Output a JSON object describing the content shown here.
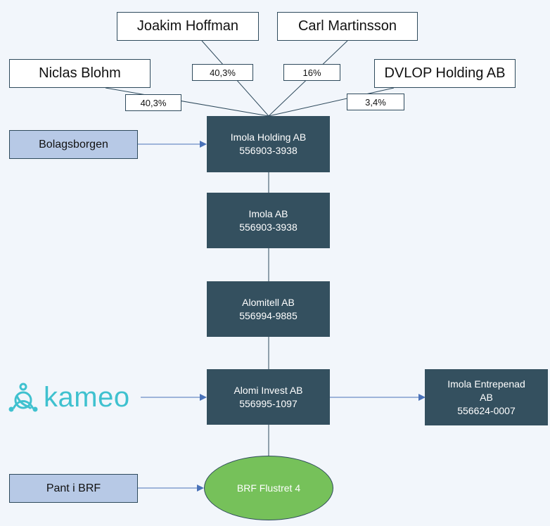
{
  "owners": {
    "niclas": "Niclas Blohm",
    "joakim": "Joakim Hoffman",
    "carl": "Carl Martinsson",
    "dvlop": "DVLOP Holding AB"
  },
  "stakes": {
    "niclas": "40,3%",
    "joakim": "40,3%",
    "carl": "16%",
    "dvlop": "3,4%"
  },
  "companies": {
    "imola_holding": {
      "name": "Imola Holding AB",
      "org": "556903-3938"
    },
    "imola_ab": {
      "name": "Imola AB",
      "org": "556903-3938"
    },
    "alomitell": {
      "name": "Alomitell AB",
      "org": "556994-9885"
    },
    "alomi_invest": {
      "name": "Alomi Invest AB",
      "org": "556995-1097"
    },
    "imola_entrepenad": {
      "name1": "Imola Entrepenad",
      "name2": "AB",
      "org": "556624-0007"
    }
  },
  "side_boxes": {
    "bolagsborgen": "Bolagsborgen",
    "pant": "Pant i BRF"
  },
  "logo": {
    "text": "kameo",
    "color": "#3fc1cf"
  },
  "brf": "BRF Flustret 4",
  "colors": {
    "company_fill": "#34505f",
    "side_fill": "#b7c9e6",
    "brf_fill": "#76c15a",
    "arrow": "#4a72b8",
    "line": "#2e4a5c"
  }
}
